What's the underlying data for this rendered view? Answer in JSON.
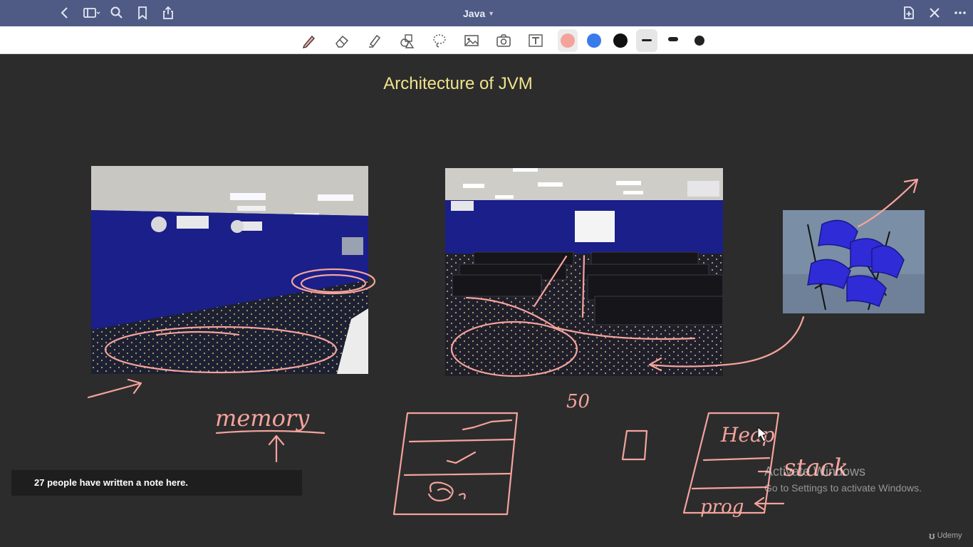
{
  "titlebar": {
    "title": "Java",
    "icons": [
      "back-icon",
      "sidebar-icon",
      "search-icon",
      "bookmark-icon",
      "share-icon",
      "add-page-icon",
      "close-icon",
      "more-icon"
    ]
  },
  "toolbar": {
    "tools": [
      "pen-icon",
      "eraser-icon",
      "highlighter-icon",
      "shapes-icon",
      "lasso-icon",
      "image-icon",
      "camera-icon",
      "text-icon"
    ],
    "colors": [
      "#f4a39c",
      "#3a7bea",
      "#111111"
    ],
    "thickness_options": [
      "thin",
      "medium",
      "thick"
    ],
    "selected_thickness": "thin"
  },
  "slide": {
    "title": "Architecture of JVM",
    "handwriting": {
      "memory_label": "memory",
      "count_label": "50",
      "heap_label": "Heap",
      "stack_label": "stack",
      "prog_label": "prog"
    },
    "ink_color": "#f4a39c"
  },
  "note_banner": {
    "text": "27 people have written a note here."
  },
  "watermark": {
    "title": "Activate Windows",
    "subtitle": "Go to Settings to activate Windows."
  },
  "brand": {
    "name": "Udemy"
  }
}
